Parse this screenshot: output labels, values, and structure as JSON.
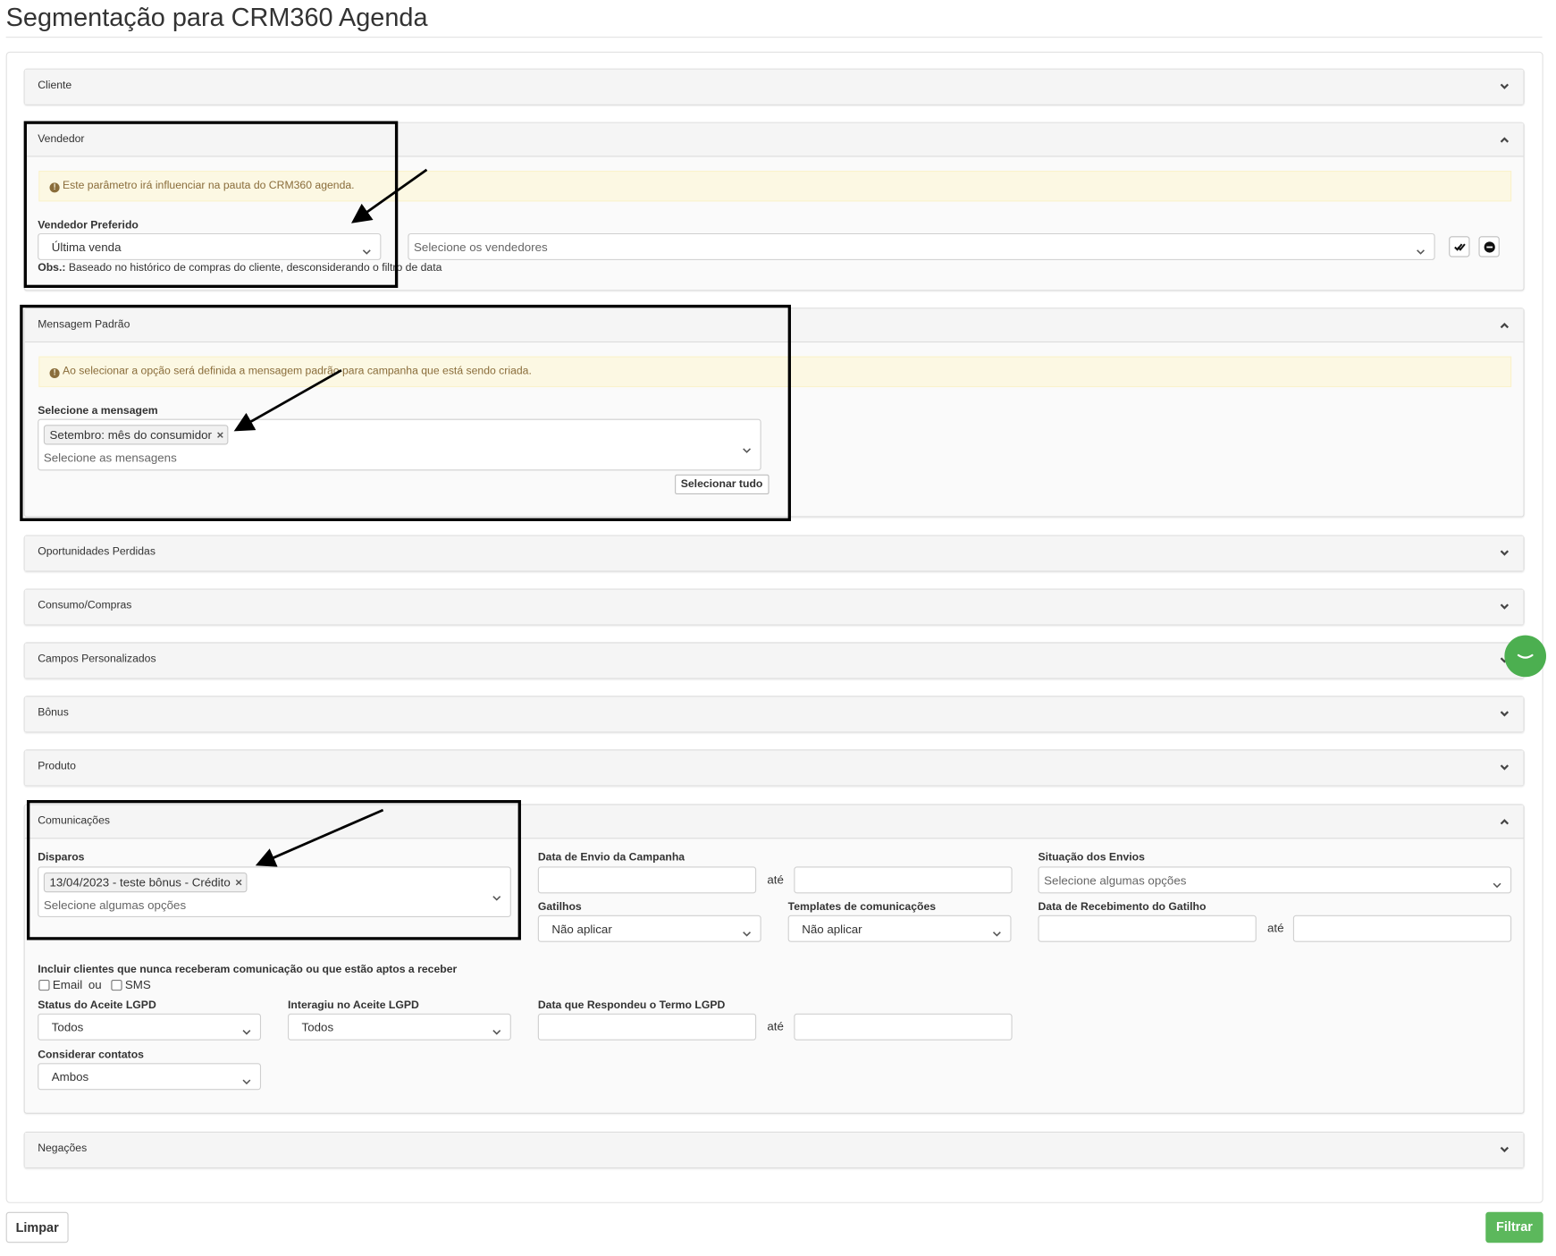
{
  "page": {
    "title": "Segmentação para CRM360 Agenda"
  },
  "sections": {
    "cliente": {
      "title": "Cliente"
    },
    "vendedor": {
      "title": "Vendedor",
      "alert": "Este parâmetro irá influenciar na pauta do CRM360 agenda.",
      "field_label": "Vendedor Preferido",
      "selected": "Última venda",
      "vendors_placeholder": "Selecione os vendedores",
      "obs_label": "Obs.:",
      "obs_text": "Baseado no histórico de compras do cliente, desconsiderando o filtro de data",
      "select_all_icon": "double-check-icon",
      "clear_icon": "minus-circle-icon"
    },
    "mensagem": {
      "title": "Mensagem Padrão",
      "alert": "Ao selecionar a opção será definida a mensagem padrão para campanha que está sendo criada.",
      "field_label": "Selecione a mensagem",
      "chip": "Setembro: mês do consumidor",
      "placeholder": "Selecione as mensagens",
      "select_all": "Selecionar tudo"
    },
    "oportunidades": {
      "title": "Oportunidades Perdidas"
    },
    "consumo": {
      "title": "Consumo/Compras"
    },
    "campos": {
      "title": "Campos Personalizados"
    },
    "bonus": {
      "title": "Bônus"
    },
    "produto": {
      "title": "Produto"
    },
    "comunicacoes": {
      "title": "Comunicações",
      "disparos_label": "Disparos",
      "disparos_chip": "13/04/2023 - teste bônus - Crédito",
      "disparos_placeholder": "Selecione algumas opções",
      "data_envio_label": "Data de Envio da Campanha",
      "ate": "até",
      "situacao_label": "Situação dos Envios",
      "situacao_placeholder": "Selecione algumas opções",
      "gatilhos_label": "Gatilhos",
      "gatilhos_value": "Não aplicar",
      "templates_label": "Templates de comunicações",
      "templates_value": "Não aplicar",
      "recebimento_label": "Data de Recebimento do Gatilho",
      "incluir_label": "Incluir clientes que nunca receberam comunicação ou que estão aptos a receber",
      "email_label": "Email",
      "ou": "ou",
      "sms_label": "SMS",
      "status_lgpd_label": "Status do Aceite LGPD",
      "status_lgpd_value": "Todos",
      "interagiu_label": "Interagiu no Aceite LGPD",
      "interagiu_value": "Todos",
      "data_lgpd_label": "Data que Respondeu o Termo LGPD",
      "considerar_label": "Considerar contatos",
      "considerar_value": "Ambos"
    },
    "negacoes": {
      "title": "Negações"
    }
  },
  "footer": {
    "clear_button": "Limpar",
    "filter_button": "Filtrar"
  },
  "chat": {
    "icon": "chat-bubble-icon"
  },
  "colors": {
    "primary": "#5cb85c",
    "alert_bg": "#fcf8e3",
    "alert_text": "#8a6d3b"
  }
}
